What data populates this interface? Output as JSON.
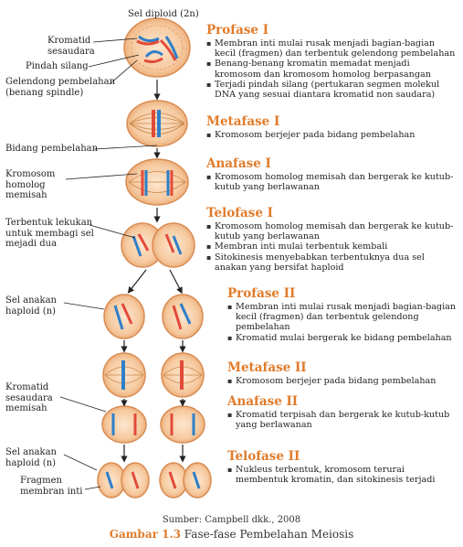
{
  "figure": {
    "top_label": "Sel  diploid (2n)",
    "left_labels": [
      "Kromatid sesaudara",
      "Pindah silang",
      "Gelendong pembelahan (benang spindle)",
      "Bidang pembelahan",
      "Kromosom homolog memisah",
      "Terbentuk lekukan untuk membagi sel mejadi dua",
      "Sel anakan haploid (n)",
      "Kromatid sesaudara memisah",
      "Sel anakan haploid (n)",
      "Fragmen membran inti"
    ]
  },
  "phases": [
    {
      "title": "Profase I",
      "bullets": [
        "Membran inti mulai rusak menjadi bagian-bagian kecil (fragmen) dan terbentuk gelendong pembelahan",
        "Benang-benang kromatin memadat menjadi kromosom dan kromosom homolog berpasangan",
        "Terjadi pindah silang (pertukaran segmen molekul DNA yang sesuai diantara kromatid non saudara)"
      ]
    },
    {
      "title": "Metafase I",
      "bullets": [
        "Kromosom berjejer pada bidang pembelahan"
      ]
    },
    {
      "title": "Anafase I",
      "bullets": [
        "Kromosom homolog memisah dan bergerak ke kutub-kutub yang berlawanan"
      ]
    },
    {
      "title": "Telofase I",
      "bullets": [
        "Kromosom homolog memisah dan bergerak ke kutub-kutub yang berlawanan",
        "Membran inti mulai terbentuk kembali",
        "Sitokinesis menyebabkan terbentuknya dua sel anakan yang bersifat haploid"
      ]
    },
    {
      "title": "Profase II",
      "bullets": [
        "Membran inti mulai rusak menjadi bagian-bagian kecil (fragmen) dan terbentuk gelendong pembelahan",
        "Kromatid mulai bergerak ke bidang pembelahan"
      ]
    },
    {
      "title": "Metafase II",
      "bullets": [
        "Kromosom berjejer pada bidang pembelahan"
      ]
    },
    {
      "title": "Anafase II",
      "bullets": [
        "Kromatid terpisah dan bergerak ke kutub-kutub yang berlawanan"
      ]
    },
    {
      "title": "Telofase II",
      "bullets": [
        "Nukleus terbentuk, kromosom terurai membentuk kromatin, dan sitokinesis terjadi"
      ]
    }
  ],
  "source": "Sumber: Campbell dkk., 2008",
  "caption": {
    "figure_number": "Gambar 1.3",
    "text": "Fase-fase Pembelahan Meiosis"
  },
  "colors": {
    "heading": "#e07b2a",
    "cell_fill": "#f5c9a0",
    "cell_edge": "#d98c52",
    "chrom_red": "#e24b3a",
    "chrom_blue": "#2f7fc8",
    "spindle": "#c9894a"
  }
}
